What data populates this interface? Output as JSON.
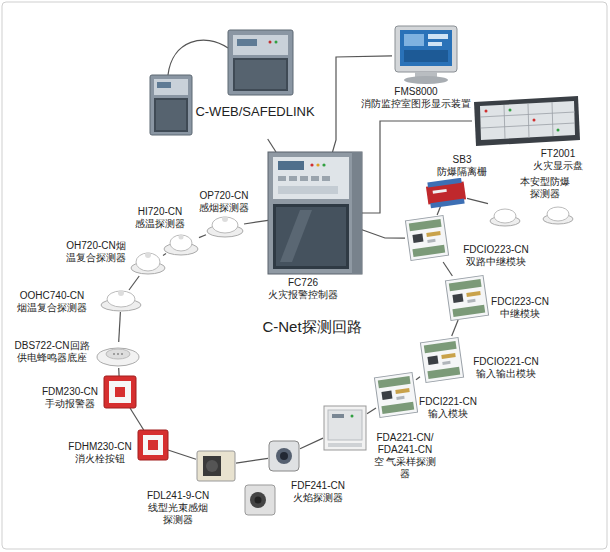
{
  "diagram": {
    "nodes": [
      {
        "text": [
          "C-WEB/SAFEDLINK"
        ]
      },
      {
        "text": [
          "FMS8000",
          "消防监控室图形显示装置"
        ]
      },
      {
        "text": [
          "FT2001",
          "火灾显示盘"
        ]
      },
      {
        "text": [
          "FC726",
          "火灾报警控制器"
        ]
      },
      {
        "text": [
          "本安型防爆 探测器"
        ]
      },
      {
        "text": [
          "SB3",
          "防爆隔离栅"
        ]
      },
      {
        "text": [
          "FDCIO223-CN",
          "双路中继模块"
        ]
      },
      {
        "text": [
          "FDCI223-CN",
          "中继模块"
        ]
      },
      {
        "text": [
          "FDCIO221-CN",
          "输入输出模块"
        ]
      },
      {
        "text": [
          "FDCI221-CN",
          "输入模块"
        ]
      },
      {
        "text": [
          "FDA221-CN/ FDA241-CN空 气采样探测器"
        ]
      },
      {
        "text": [
          "FDF241-CN",
          "火焰探测器"
        ]
      },
      {
        "text": [
          "FDL241-9-CN",
          "线型光束感烟 探测器"
        ]
      },
      {
        "text": [
          "FDHM230-CN",
          "消火栓按钮"
        ]
      },
      {
        "text": [
          "FDM230-CN",
          "手动报警器"
        ]
      },
      {
        "text": [
          "DBS722-CN回路 供电蜂鸣器底座"
        ]
      },
      {
        "text": [
          "OOHC740-CN",
          "烟温复合探测器"
        ]
      },
      {
        "text": [
          "OH720-CN烟 温复合探测器"
        ]
      },
      {
        "text": [
          "HI720-CN",
          "感温探测器"
        ]
      },
      {
        "text": [
          "OP720-CN",
          "感烟探测器"
        ]
      }
    ],
    "edges": [
      {
        "from": 0,
        "to": 3,
        "arrow": "none"
      },
      {
        "from": 3,
        "to": 1,
        "arrow": "none"
      },
      {
        "from": 3,
        "to": 2,
        "arrow": "none"
      },
      {
        "from": 3,
        "to": 19,
        "arrow": "none"
      },
      {
        "from": 19,
        "to": 18,
        "arrow": "none"
      },
      {
        "from": 18,
        "to": 17,
        "arrow": "none"
      },
      {
        "from": 17,
        "to": 16,
        "arrow": "none"
      },
      {
        "from": 16,
        "to": 15,
        "arrow": "none"
      },
      {
        "from": 15,
        "to": 14,
        "arrow": "none"
      },
      {
        "from": 14,
        "to": 13,
        "arrow": "none"
      },
      {
        "from": 13,
        "to": 12,
        "arrow": "none"
      },
      {
        "from": 12,
        "to": 11,
        "arrow": "none"
      },
      {
        "from": 11,
        "to": 10,
        "arrow": "none"
      },
      {
        "from": 10,
        "to": 9,
        "arrow": "none"
      },
      {
        "from": 9,
        "to": 8,
        "arrow": "none"
      },
      {
        "from": 8,
        "to": 7,
        "arrow": "none"
      },
      {
        "from": 7,
        "to": 6,
        "arrow": "none"
      },
      {
        "from": 6,
        "to": 3,
        "arrow": "none"
      },
      {
        "from": 6,
        "to": 5,
        "arrow": "none"
      },
      {
        "from": 5,
        "to": 4,
        "arrow": "none"
      }
    ],
    "labels": [
      "C-Net探测回路"
    ]
  }
}
